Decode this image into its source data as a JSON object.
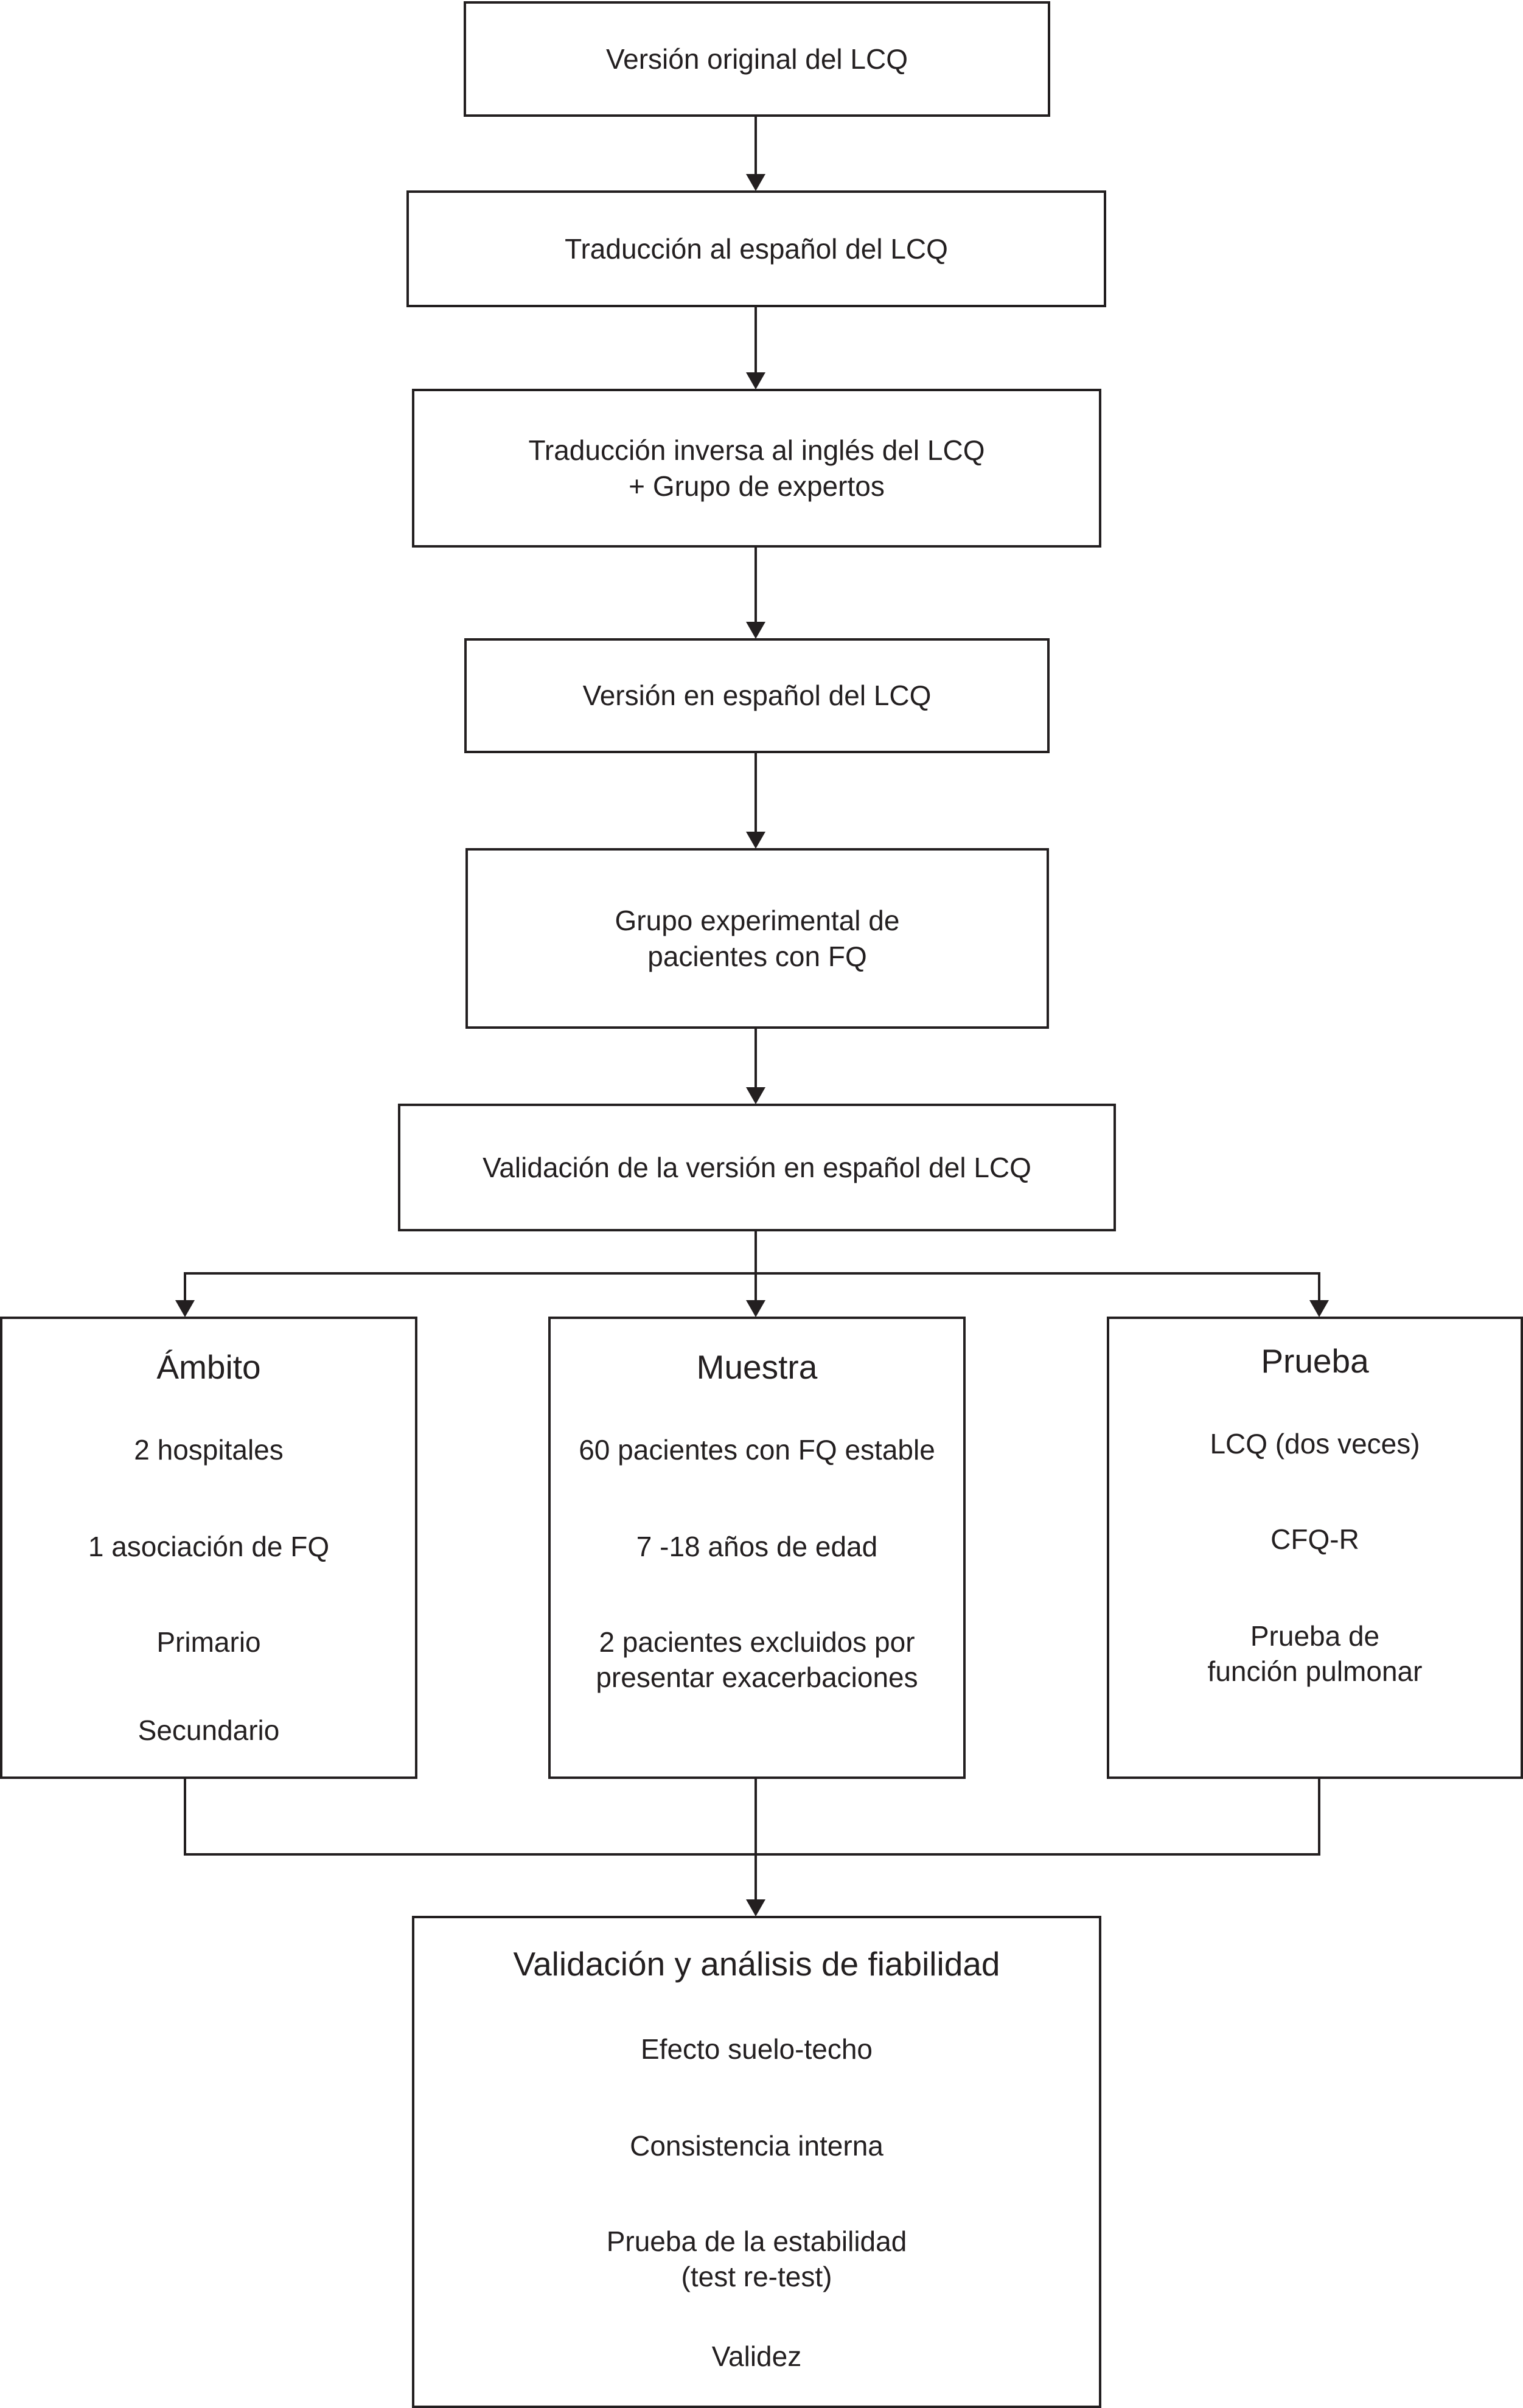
{
  "steps": {
    "original": {
      "label": "Versión original del LCQ"
    },
    "translation": {
      "label": "Traducción al español del LCQ"
    },
    "back_translation": {
      "line1": "Traducción inversa al inglés del LCQ",
      "line2": "+ Grupo de expertos"
    },
    "spanish_version": {
      "label": "Versión en español del LCQ"
    },
    "experimental_group": {
      "line1": "Grupo experimental de",
      "line2": "pacientes con FQ"
    },
    "validation": {
      "label": "Validación de la versión en español del LCQ"
    }
  },
  "ambito": {
    "title": "Ámbito",
    "items": [
      "2 hospitales",
      "1 asociación de FQ",
      "Primario",
      "Secundario"
    ]
  },
  "muestra": {
    "title": "Muestra",
    "items": [
      "60 pacientes con FQ estable",
      "7 -18 años de edad",
      "2 pacientes excluidos por",
      "presentar exacerbaciones"
    ]
  },
  "prueba": {
    "title": "Prueba",
    "items": [
      "LCQ (dos veces)",
      "CFQ-R",
      "Prueba de",
      "función pulmonar"
    ]
  },
  "final": {
    "title": "Validación y análisis de fiabilidad",
    "items": [
      "Efecto suelo-techo",
      "Consistencia interna",
      "Prueba de la estabilidad",
      "(test re-test)",
      "Validez"
    ]
  }
}
